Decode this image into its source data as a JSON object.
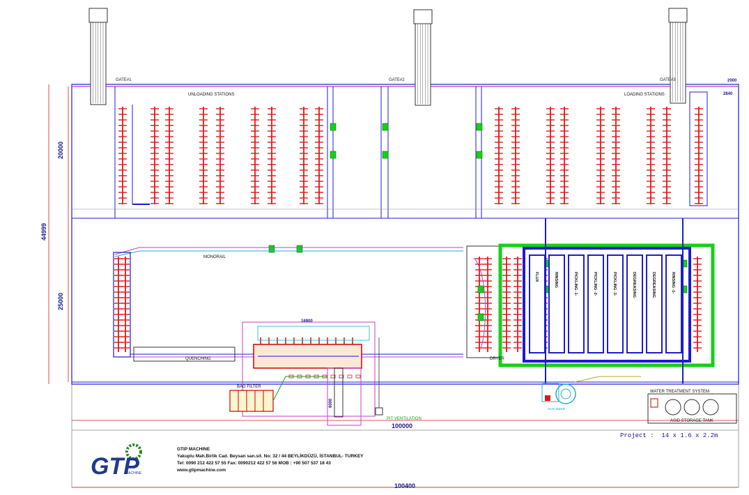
{
  "labels": {
    "gate1": "GATE#1",
    "gate2": "GATE#2",
    "gate3": "GATE#3",
    "unloading": "UNLOADING STATIONS",
    "loading": "LOADING STATIONS",
    "monorail": "MONORAIL",
    "quenching": "QUENCHING",
    "dryer": "DRYER",
    "bag_filter": "BAG FILTER",
    "pit_ventilation": "PIT VENTILATION",
    "scrubber": "SCRUBBER",
    "water_treatment": "WATER TREATMENT SYSTEM",
    "acid_storage": "ASID STORAGE TANK",
    "flux": "FLUX",
    "rinsing1": "RINSING",
    "pickling1": "PICKLING -1-",
    "pickling2": "PICKLING -2-",
    "pickling3": "PICKLING -3-",
    "degreasing1": "DEGREASING",
    "degreasing2": "DEGREASING",
    "rinsing2": "RINSING -1-"
  },
  "dimensions": {
    "top_right_a": "2000",
    "top_right_b": "2840",
    "upper_height": "20000",
    "total_height": "44999",
    "lower_height": "25000",
    "kettle_length": "16900",
    "pit_depth": "6000",
    "inner_width": "100000",
    "total_width": "100400"
  },
  "project": "Project :  14 x 1.6 x 2.2m",
  "company": {
    "logo_text": "GTP",
    "logo_sub": "MACHINE",
    "name": "GTIP MACHINE",
    "address": "Yakuplu Mah.Birlik Cad. Beysan san.sit. No: 32 / 44 BEYLİKDÜZÜ, İSTANBUL- TURKEY",
    "phone": "Tel: 0090 212 422 57 55 Fax:  0090212 422 57 56  MOB : +90 507 537 18 43",
    "web": "www.gtipmachine.com"
  },
  "colors": {
    "blue": "#1c1cd0",
    "red": "#e01818",
    "green": "#16d016",
    "magenta": "#c040c0",
    "cyan": "#20b0d0",
    "dark": "#333333"
  }
}
